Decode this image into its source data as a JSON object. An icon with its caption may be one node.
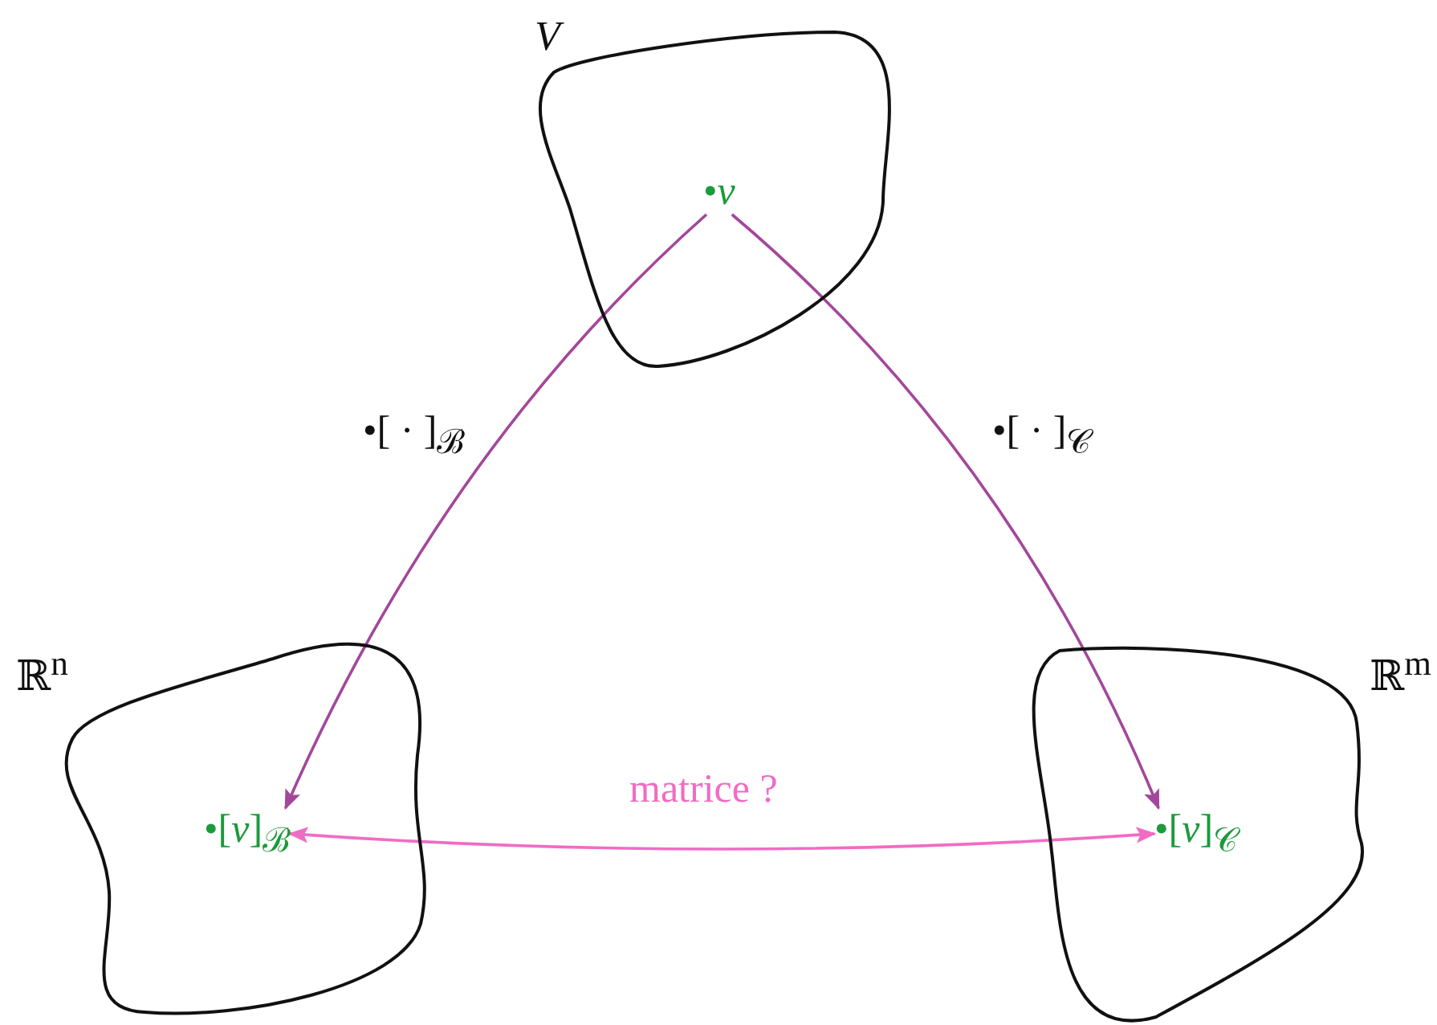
{
  "diagram": {
    "nodes": [
      {
        "text": [
          "*V*"
        ]
      },
      {
        "text": [
          "•*v*"
        ],
        "in": 0
      },
      {
        "text": [
          "ℝ$^{n}$"
        ]
      },
      {
        "text": [
          "•[*v*]$_{ℬ}$"
        ],
        "in": 2
      },
      {
        "text": [
          "ℝ$^{m}$"
        ]
      },
      {
        "text": [
          "•[*v*]$_{𝒞}$"
        ],
        "in": 4
      }
    ],
    "edges": [
      {
        "from": 1,
        "to": 3,
        "arrow": "to",
        "label": "•[ · ]$_{ℬ}$",
        "color": "#a3479b"
      },
      {
        "from": 1,
        "to": 5,
        "arrow": "to",
        "label": "•[ · ]$_{𝒞}$",
        "color": "#a3479b"
      },
      {
        "from": 3,
        "to": 5,
        "arrow": "both",
        "label": "matrice ?",
        "color": "#f06cc4"
      }
    ]
  }
}
